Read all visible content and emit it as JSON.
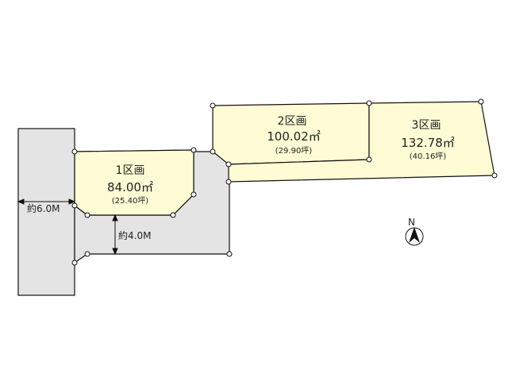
{
  "colors": {
    "lot_fill": "#fefcd4",
    "road_fill": "#e4e4e4",
    "line": "#111111",
    "vertex_fill": "#ffffff"
  },
  "lots": [
    {
      "name": "1区画",
      "area": "84.00㎡",
      "tsubo": "(25.40坪)"
    },
    {
      "name": "2区画",
      "area": "100.02㎡",
      "tsubo": "(29.90坪)"
    },
    {
      "name": "3区画",
      "area": "132.78㎡",
      "tsubo": "(40.16坪)"
    }
  ],
  "road": {
    "width_label": "約6.0M"
  },
  "access": {
    "width_label": "約4.0M"
  },
  "north": {
    "label": "N",
    "icon": "north-arrow-icon"
  }
}
